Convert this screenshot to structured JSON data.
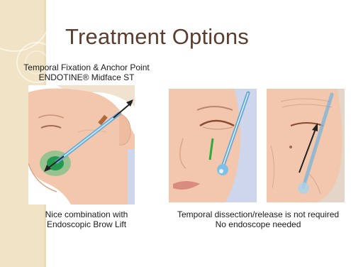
{
  "slide": {
    "title": "Treatment Options",
    "left_panel": {
      "caption_top_1": "Temporal Fixation & Anchor Point",
      "caption_top_2": "ENDOTINE® Midface ST",
      "caption_bottom_1": "Nice combination with",
      "caption_bottom_2": "Endoscopic Brow Lift"
    },
    "right_panel": {
      "caption_1": "Temporal dissection/release is not required",
      "caption_2": "No endoscope needed"
    }
  },
  "colors": {
    "title": "#5b3e2f",
    "band": "#f1e4c6",
    "skin": "#f2c7ad",
    "background_blue": "#cdd6ea"
  }
}
